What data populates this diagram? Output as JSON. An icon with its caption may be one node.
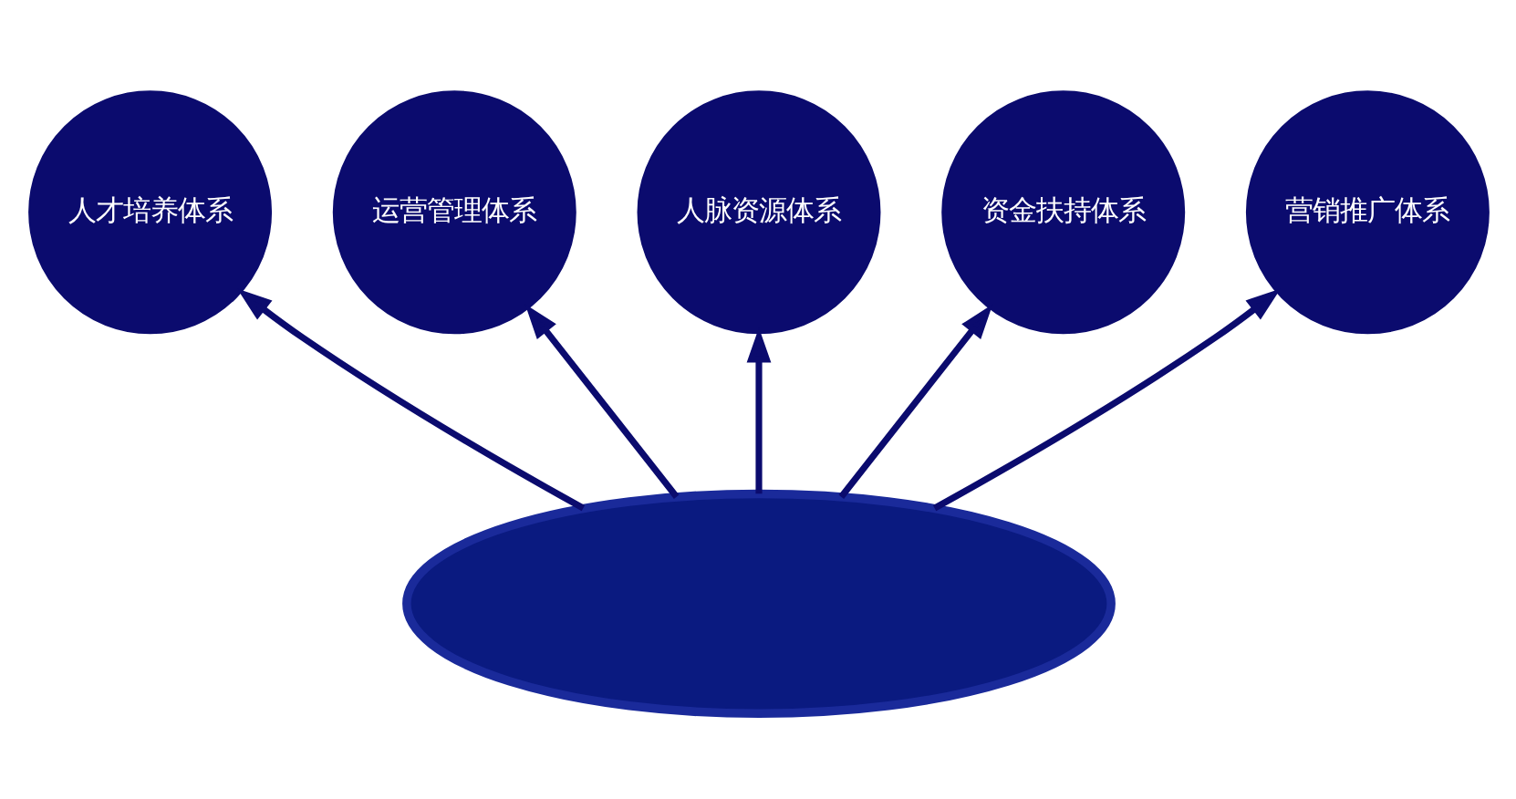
{
  "diagram": {
    "nodes": [
      {
        "text": [
          "人才培养体系"
        ]
      },
      {
        "text": [
          "运营管理体系"
        ]
      },
      {
        "text": [
          "人脉资源体系"
        ]
      },
      {
        "text": [
          "资金扶持体系"
        ]
      },
      {
        "text": [
          "营销推广体系"
        ]
      },
      {
        "text": [],
        "shape": "semicircle"
      }
    ],
    "edges": [
      {
        "from": 5,
        "to": 0,
        "arrow": "to"
      },
      {
        "from": 5,
        "to": 1,
        "arrow": "to"
      },
      {
        "from": 5,
        "to": 2,
        "arrow": "to"
      },
      {
        "from": 5,
        "to": 3,
        "arrow": "to"
      },
      {
        "from": 5,
        "to": 4,
        "arrow": "to"
      }
    ]
  }
}
